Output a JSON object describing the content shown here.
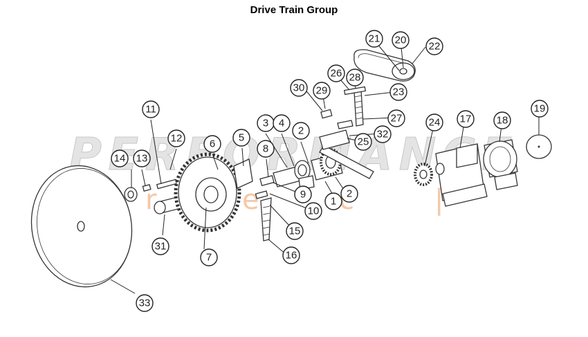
{
  "title": "Drive Train Group",
  "watermark": {
    "text": "PERFORMANCE",
    "sub_letters": [
      "r",
      "e",
      "c",
      "|"
    ]
  },
  "callouts": [
    "1",
    "2",
    "2",
    "3",
    "4",
    "5",
    "6",
    "7",
    "8",
    "9",
    "10",
    "11",
    "12",
    "13",
    "14",
    "15",
    "16",
    "17",
    "18",
    "19",
    "20",
    "21",
    "22",
    "23",
    "24",
    "25",
    "26",
    "27",
    "28",
    "29",
    "30",
    "31",
    "32",
    "33"
  ]
}
